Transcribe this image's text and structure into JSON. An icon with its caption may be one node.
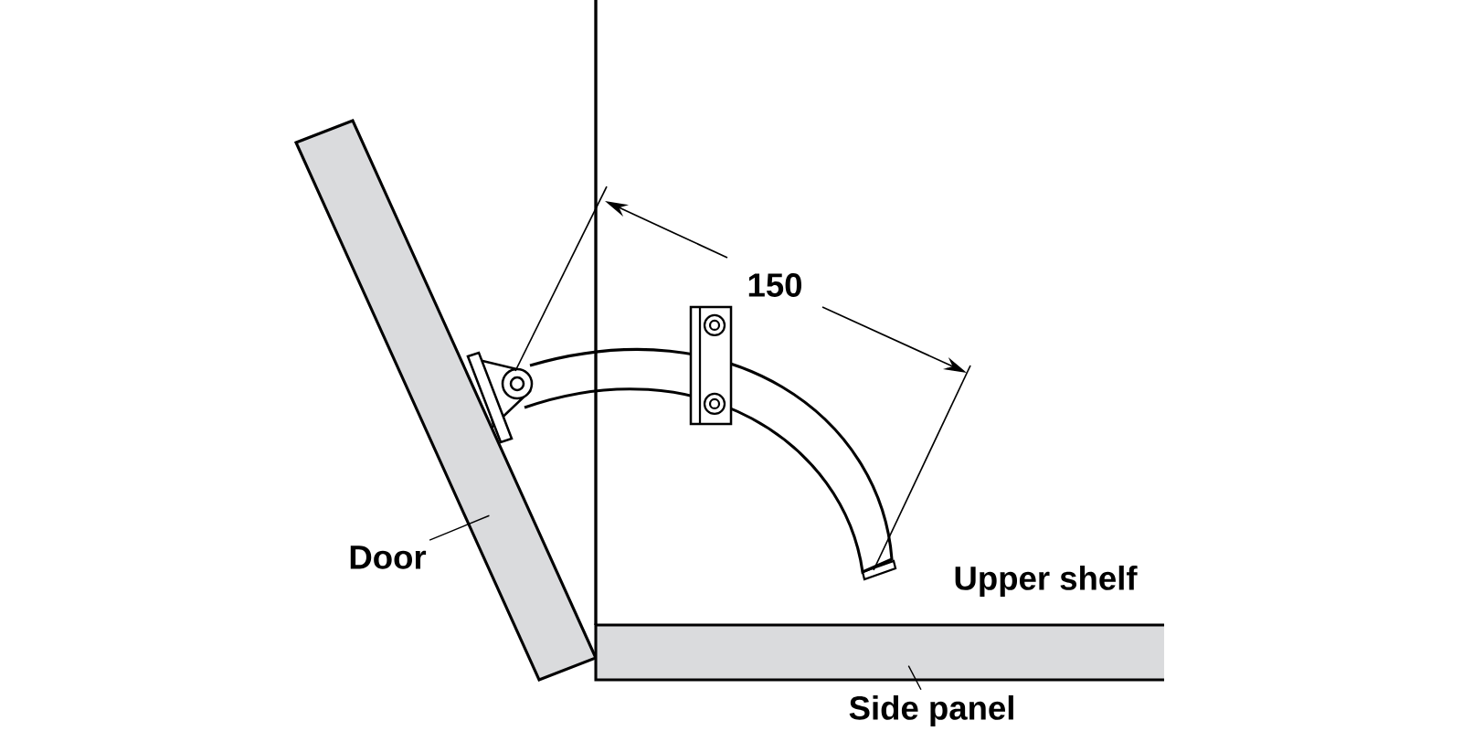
{
  "diagram": {
    "nodes": [
      {
        "text": [
          "Door"
        ]
      },
      {
        "text": [],
        "shape": "bar"
      },
      {
        "text": [
          "Side panel"
        ]
      },
      {
        "text": [],
        "shape": "bar"
      }
    ],
    "edges": [
      {
        "from": 0,
        "to": 1,
        "arrow": "none"
      },
      {
        "from": 2,
        "to": 3,
        "arrow": "none"
      }
    ],
    "labels": [
      "150",
      "Upper shelf"
    ]
  }
}
